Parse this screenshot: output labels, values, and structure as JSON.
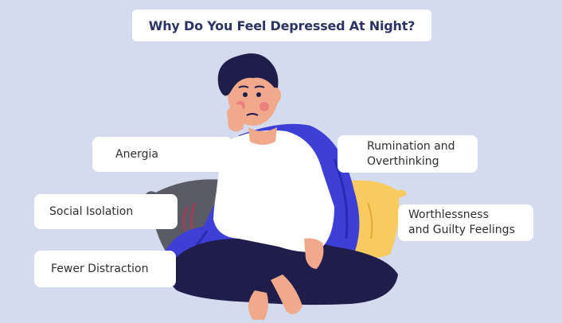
{
  "title": "Why Do You Feel Depressed At Night?",
  "labels": {
    "energia": "Anergia",
    "social_isolation": "Social Isolation",
    "fewer_distraction": "Fewer Distraction",
    "rumination_line1": "Rumination and",
    "rumination_line2": "Overthinking",
    "worthlessness_line1": "Worthlessness",
    "worthlessness_line2": "and Guilty Feelings"
  },
  "colors": {
    "background": "#d4dbee",
    "title_text": "#2b3364",
    "blanket": "#3d3fd6",
    "pants": "#1f1d4a",
    "pillow_gray": "#5b5b66",
    "pillow_yellow": "#f7cb5e",
    "skin": "#f1a98b"
  }
}
